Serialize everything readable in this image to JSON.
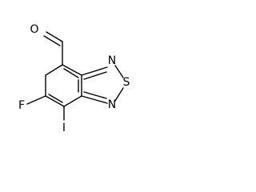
{
  "molecule": {
    "atoms": {
      "aldehyde_oxygen": "O",
      "thiadiazole_n_upper": "N",
      "thiadiazole_sulfur": "S",
      "thiadiazole_n_lower": "N",
      "fluorine": "F",
      "iodine": "I"
    }
  },
  "colors": {
    "bond": "#000000",
    "label": "#000000",
    "background": "#ffffff"
  }
}
